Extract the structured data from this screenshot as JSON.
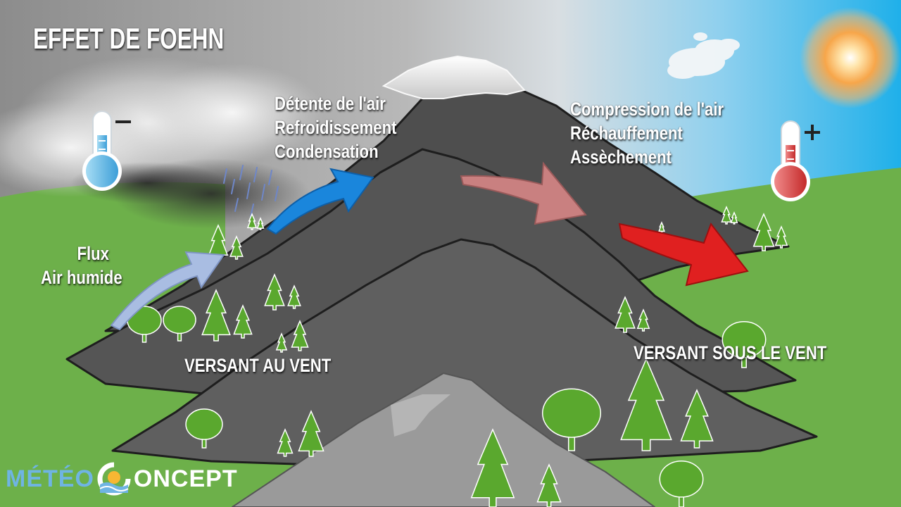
{
  "title": "EFFET DE FOEHN",
  "windward_text": {
    "line1": "Flux",
    "line2": "Air humide"
  },
  "ascent_text": {
    "line1": "Détente de l'air",
    "line2": "Refroidissement",
    "line3": "Condensation"
  },
  "descent_text": {
    "line1": "Compression de l'air",
    "line2": "Réchauffement",
    "line3": "Assèchement"
  },
  "slope_labels": {
    "windward": "VERSANT AU VENT",
    "leeward": "VERSANT SOUS LE VENT"
  },
  "thermometers": {
    "cold_sign": "−",
    "warm_sign": "+"
  },
  "logo": {
    "part1": "MÉTÉO",
    "part2": "ONCEPT"
  },
  "icons": [
    "cold-thermometer-icon",
    "warm-thermometer-icon",
    "sun-icon",
    "cloud-icon",
    "rain-cloud-icon",
    "tree-icon",
    "arrow-icon"
  ],
  "colors": {
    "sky_left": "#8a8a8a",
    "sky_right": "#2ab0e8",
    "grass": "#6db04a",
    "mountain_back": "#4a4a4a",
    "mountain_mid": "#555555",
    "mountain_front": "#9a9a9a",
    "snow": "#e6e6e6",
    "arrow_moist": "#a9bde2",
    "arrow_cooling": "#1a86dc",
    "arrow_warming": "#c98080",
    "arrow_hot": "#e02020",
    "tree": "#5aa82e",
    "logo_blue": "#6fb4e3"
  }
}
